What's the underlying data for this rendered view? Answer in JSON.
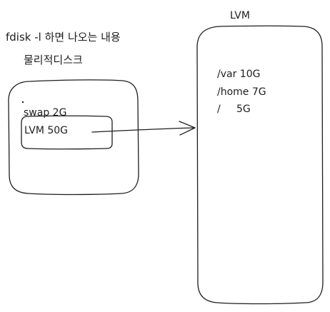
{
  "diagram": {
    "physical_disk": {
      "heading_line1": "fdisk -l 하면 나오는 내용",
      "heading_line2": "물리적디스크",
      "partitions": [
        "swap 2G",
        "LVM 50G"
      ]
    },
    "lvm": {
      "title": "LVM",
      "volumes": [
        "/var 10G",
        "/home 7G",
        "/     5G"
      ]
    },
    "stroke_color": "#1e1e1e",
    "background_color": "#ffffff"
  }
}
